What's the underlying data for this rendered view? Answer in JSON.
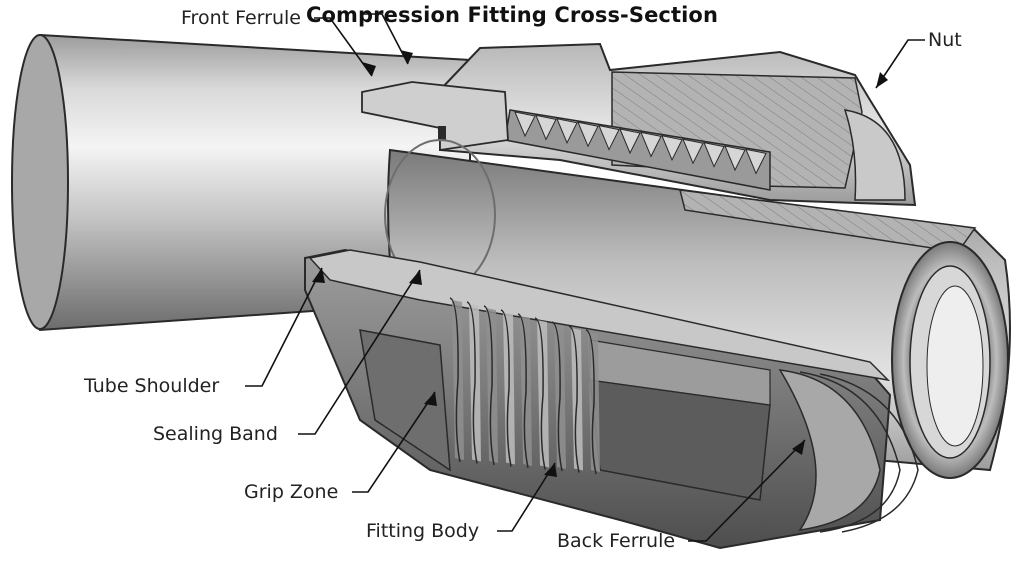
{
  "title": "Compression Fitting Cross-Section",
  "labels": {
    "front_ferrule": "Front Ferrule",
    "nut": "Nut",
    "tube_shoulder": "Tube Shoulder",
    "sealing_band": "Sealing Band",
    "grip_zone": "Grip Zone",
    "fitting_body": "Fitting Body",
    "back_ferrule": "Back Ferrule"
  },
  "colors": {
    "metal_light": "#e6e6e6",
    "metal_mid": "#a9a9a9",
    "metal_dark": "#5e5e5e",
    "section_hatch": "#8a8a8a",
    "outline": "#2a2a2a",
    "text": "#222222"
  }
}
